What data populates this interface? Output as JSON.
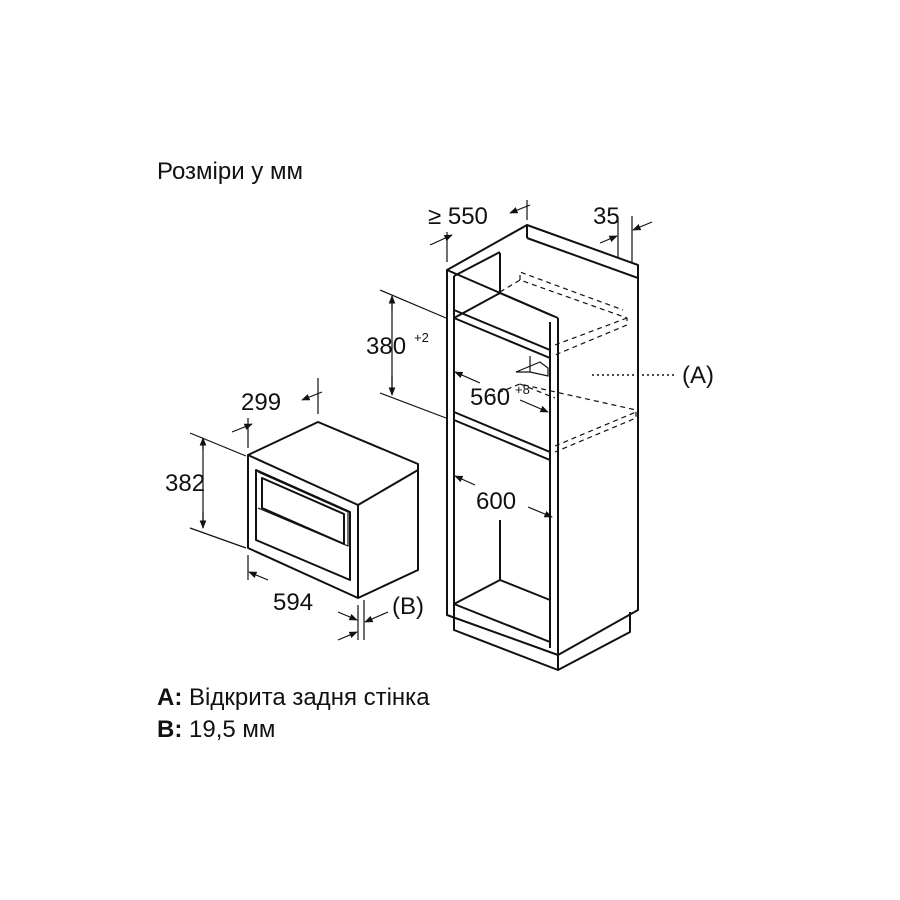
{
  "title": "Розміри у мм",
  "dimensions": {
    "depth_min": "≥ 550",
    "side_gap": "35",
    "niche_height": "380",
    "niche_height_tol": "+2",
    "niche_width": "560",
    "niche_width_tol": "+8",
    "cabinet_depth": "600",
    "device_depth": "299",
    "device_height": "382",
    "device_width": "594",
    "device_front": "(B)",
    "open_back": "(A)"
  },
  "legend": {
    "a_key": "A:",
    "a_text": " Відкрита задня стінка",
    "b_key": "B:",
    "b_text": " 19,5 мм"
  }
}
